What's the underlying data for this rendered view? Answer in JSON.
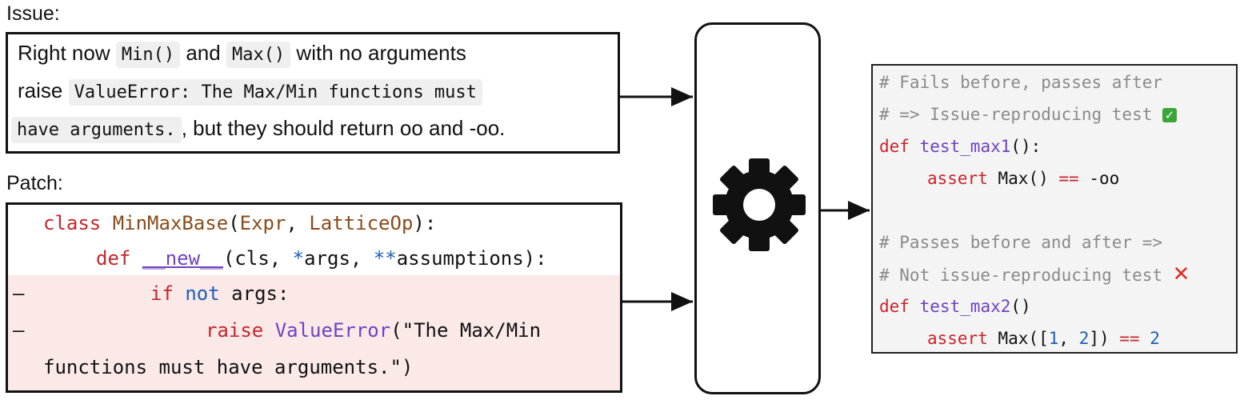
{
  "issue": {
    "label": "Issue:",
    "line1": {
      "t1": "Right now",
      "c1": "Min()",
      "t2": "and",
      "c2": "Max()",
      "t3": "with no arguments"
    },
    "line2": {
      "t1": "raise",
      "c1": "ValueError: The Max/Min functions must"
    },
    "line3": {
      "c1": "have arguments.",
      "t1": ", but they should return oo and -oo."
    }
  },
  "patch": {
    "label": "Patch:",
    "lines": [
      {
        "marker": "",
        "type": "context",
        "a": "class",
        "b": "MinMaxBase",
        "c": "(",
        "d": "Expr",
        "e": ", ",
        "f": "LatticeOp",
        "g": "):"
      },
      {
        "marker": "",
        "type": "context",
        "a": "def",
        "b": "__new__",
        "c": "(cls, ",
        "d": "*",
        "e": "args, ",
        "f": "**",
        "g": "assumptions):"
      },
      {
        "marker": "–",
        "type": "removed",
        "a": "if",
        "b": "not",
        "c": "args:"
      },
      {
        "marker": "–",
        "type": "removed",
        "a": "raise",
        "b": "ValueError",
        "c": "(\"The Max/Min"
      },
      {
        "marker": "",
        "type": "removed",
        "a": "functions must have arguments.\")"
      }
    ]
  },
  "machine": {
    "icon": "gear-icon"
  },
  "output": {
    "lines": [
      "# Fails before, passes after",
      "# => Issue-reproducing test",
      "def",
      "test_max1",
      "():",
      "assert",
      "Max() ",
      "==",
      " -oo",
      "# Passes before and after =>",
      "# Not issue-reproducing test",
      "def",
      "test_max2",
      "()",
      "assert",
      "Max([",
      "1",
      ", ",
      "2",
      "]) ",
      "==",
      " ",
      "2"
    ],
    "check_icon": "check-mark-icon",
    "cross_icon": "cross-mark-icon"
  },
  "colors": {
    "removed_bg": "#fbe9e7",
    "output_bg": "#f4f4f4",
    "keyword": "#c4262e",
    "function": "#6f42c1",
    "class": "#8a4b1a",
    "number": "#1c5fb8"
  }
}
